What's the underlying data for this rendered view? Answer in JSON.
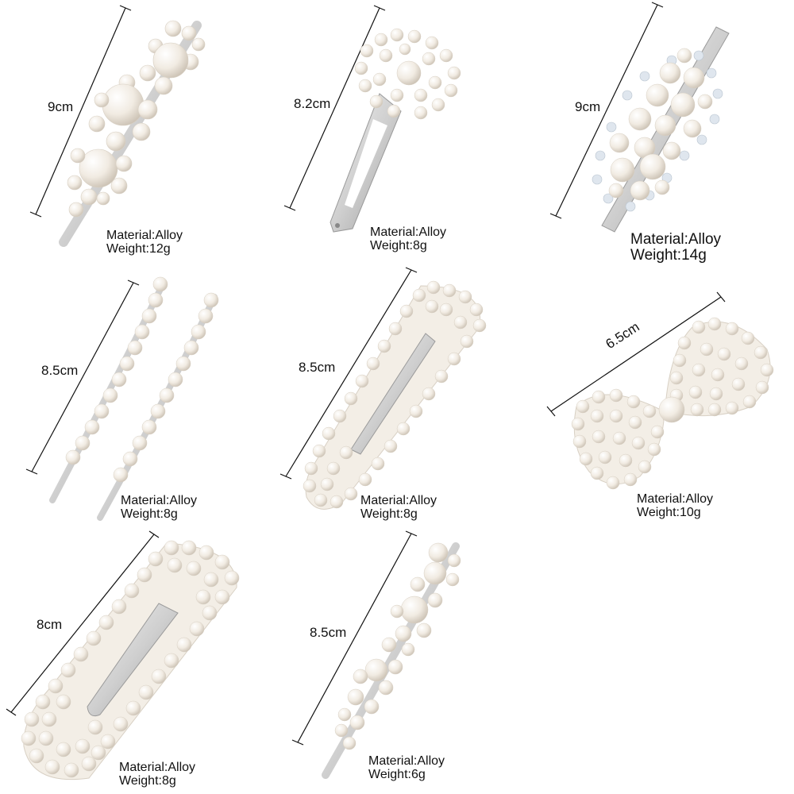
{
  "colors": {
    "background": "#ffffff",
    "text": "#111111",
    "pearl_light": "#ffffff",
    "pearl_mid": "#f1ebe2",
    "pearl_dark": "#c9bfb1",
    "metal_light": "#f4f4f4",
    "metal_dark": "#9a9a9a",
    "crystal": "#dfe6ee"
  },
  "items": [
    {
      "id": "clip-1",
      "dimension": "9cm",
      "material": "Material:Alloy",
      "weight": "Weight:12g"
    },
    {
      "id": "clip-2",
      "dimension": "8.2cm",
      "material": "Material:Alloy",
      "weight": "Weight:8g"
    },
    {
      "id": "clip-3",
      "dimension": "9cm",
      "material": "Material:Alloy",
      "weight": "Weight:14g"
    },
    {
      "id": "clip-4",
      "dimension": "8.5cm",
      "material": "Material:Alloy",
      "weight": "Weight:8g"
    },
    {
      "id": "clip-5",
      "dimension": "8.5cm",
      "material": "Material:Alloy",
      "weight": "Weight:8g"
    },
    {
      "id": "clip-6",
      "dimension": "6.5cm",
      "material": "Material:Alloy",
      "weight": "Weight:10g"
    },
    {
      "id": "clip-7",
      "dimension": "8cm",
      "material": "Material:Alloy",
      "weight": "Weight:8g"
    },
    {
      "id": "clip-8",
      "dimension": "8.5cm",
      "material": "Material:Alloy",
      "weight": "Weight:6g"
    }
  ]
}
